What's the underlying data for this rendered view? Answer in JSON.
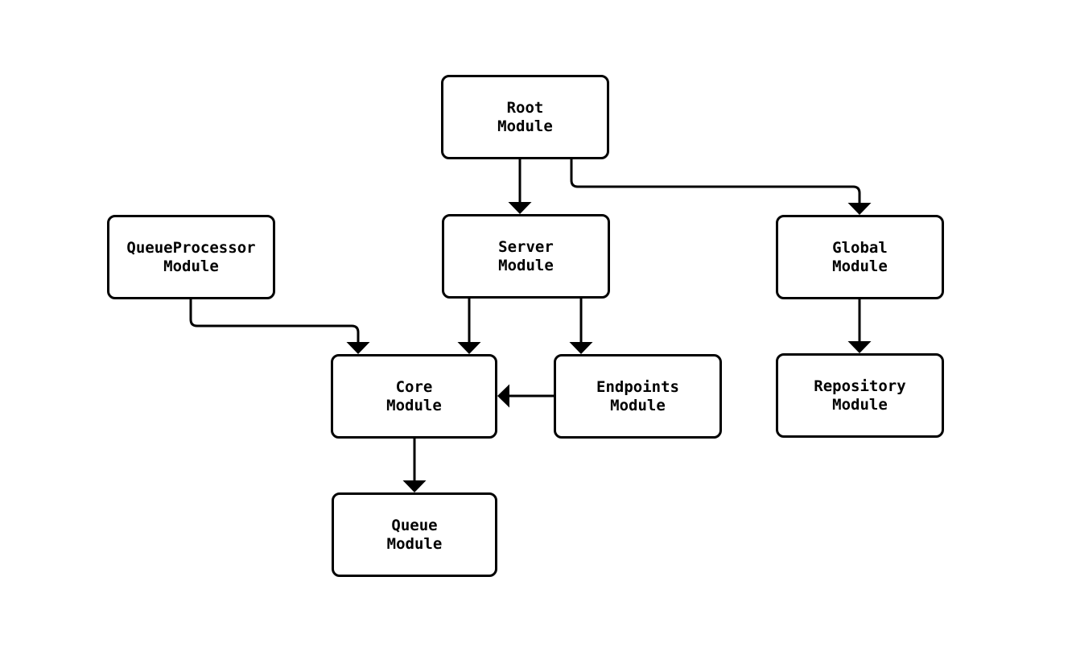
{
  "diagram": {
    "type": "flowchart",
    "direction": "top-down",
    "colors": {
      "background": "#ffffff",
      "node_fill": "#ffffff",
      "node_border": "#000000",
      "edge": "#000000",
      "text": "#000000"
    },
    "nodes": {
      "root": {
        "label": "Root\nModule"
      },
      "server": {
        "label": "Server\nModule"
      },
      "queueprocessor": {
        "label": "QueueProcessor\nModule"
      },
      "global": {
        "label": "Global\nModule"
      },
      "core": {
        "label": "Core\nModule"
      },
      "endpoints": {
        "label": "Endpoints\nModule"
      },
      "repository": {
        "label": "Repository\nModule"
      },
      "queue": {
        "label": "Queue\nModule"
      }
    },
    "edges": [
      {
        "from": "Root Module",
        "to": "Server Module"
      },
      {
        "from": "Root Module",
        "to": "Global Module"
      },
      {
        "from": "QueueProcessor Module",
        "to": "Core Module"
      },
      {
        "from": "Server Module",
        "to": "Core Module"
      },
      {
        "from": "Server Module",
        "to": "Endpoints Module"
      },
      {
        "from": "Endpoints Module",
        "to": "Core Module"
      },
      {
        "from": "Global Module",
        "to": "Repository Module"
      },
      {
        "from": "Core Module",
        "to": "Queue Module"
      }
    ]
  }
}
